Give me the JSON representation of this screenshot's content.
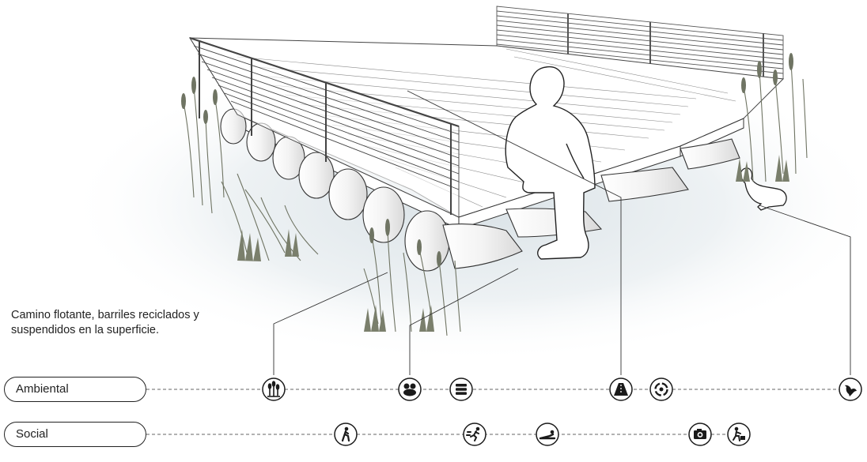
{
  "caption": {
    "line1": "Camino flotante, barriles reciclados y",
    "line2": "suspendidos en la superficie."
  },
  "rows": [
    {
      "label": "Ambiental",
      "icons": [
        "reeds-icon",
        "biodiversity-icon",
        "stacked-layers-icon",
        "pathway-icon",
        "recycle-cycle-icon",
        "bird-icon"
      ]
    },
    {
      "label": "Social",
      "icons": [
        "walking-person-icon",
        "running-person-icon",
        "lying-person-icon",
        "camera-icon",
        "picnic-person-icon"
      ]
    }
  ],
  "colors": {
    "line": "#333333",
    "reeds": "#6f7463",
    "icon_fill": "#1a1a1a",
    "haze": "#dfe6ea"
  }
}
